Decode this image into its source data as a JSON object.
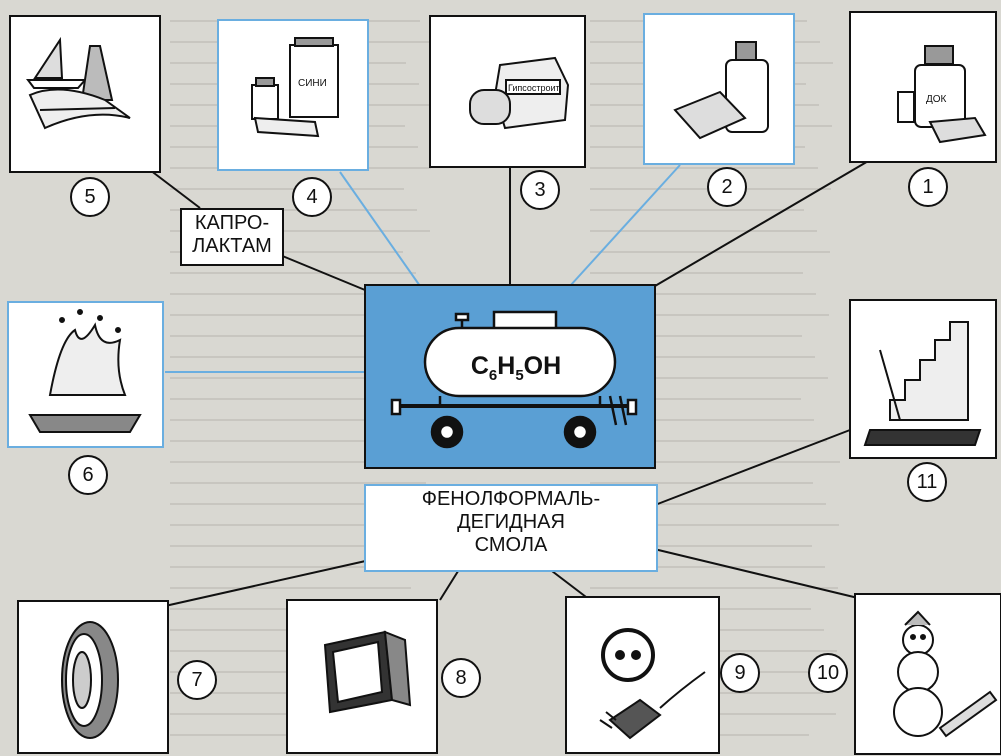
{
  "center": {
    "formula_parts": [
      "C",
      "6",
      "H",
      "5",
      "OH"
    ],
    "color": "#5a9fd4"
  },
  "labels": {
    "caprolactam_line1": "КАПРО-",
    "caprolactam_line2": "ЛАКТАМ",
    "resin_line1": "ФЕНОЛФОРМАЛЬ-",
    "resin_line2": "ДЕГИДНАЯ",
    "resin_line3": "СМОЛА"
  },
  "products": [
    {
      "number": "1",
      "icon": "medicines-icon"
    },
    {
      "number": "2",
      "icon": "disinfectant-soap-icon"
    },
    {
      "number": "3",
      "icon": "plaster-icon"
    },
    {
      "number": "4",
      "icon": "paints-adhesives-icon"
    },
    {
      "number": "5",
      "icon": "fibers-fabrics-icon"
    },
    {
      "number": "6",
      "icon": "explosives-icon"
    },
    {
      "number": "7",
      "icon": "bearing-icon"
    },
    {
      "number": "8",
      "icon": "radio-housing-icon"
    },
    {
      "number": "9",
      "icon": "electrical-socket-plug-icon"
    },
    {
      "number": "10",
      "icon": "toys-icon"
    },
    {
      "number": "11",
      "icon": "varnish-staircase-icon"
    }
  ],
  "colors": {
    "link_blue": "#6aaee0",
    "link_black": "#111111",
    "page": "#d9d8d2"
  }
}
